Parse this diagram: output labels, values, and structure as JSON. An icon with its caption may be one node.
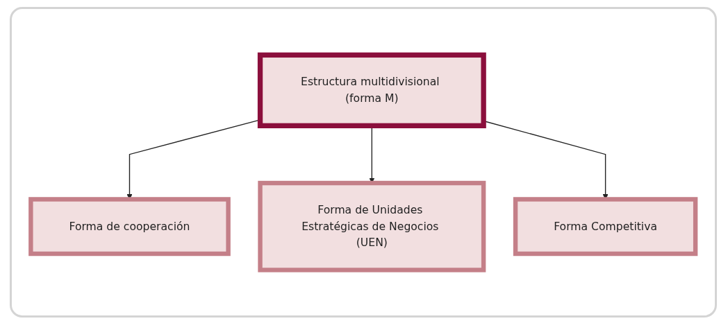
{
  "diagram": {
    "nodes": [
      {
        "text": [
          "Estructura multidivisional (forma M)"
        ]
      },
      {
        "text": [
          "Forma de cooperación"
        ]
      },
      {
        "text": [
          "Forma de Unidades Estratégicas de Negocios (UEN)"
        ]
      },
      {
        "text": [
          "Forma Competitiva"
        ]
      }
    ],
    "edges": [
      {
        "from": 0,
        "to": 1,
        "arrow": "to"
      },
      {
        "from": 0,
        "to": 2,
        "arrow": "to"
      },
      {
        "from": 0,
        "to": 3,
        "arrow": "to"
      }
    ]
  }
}
